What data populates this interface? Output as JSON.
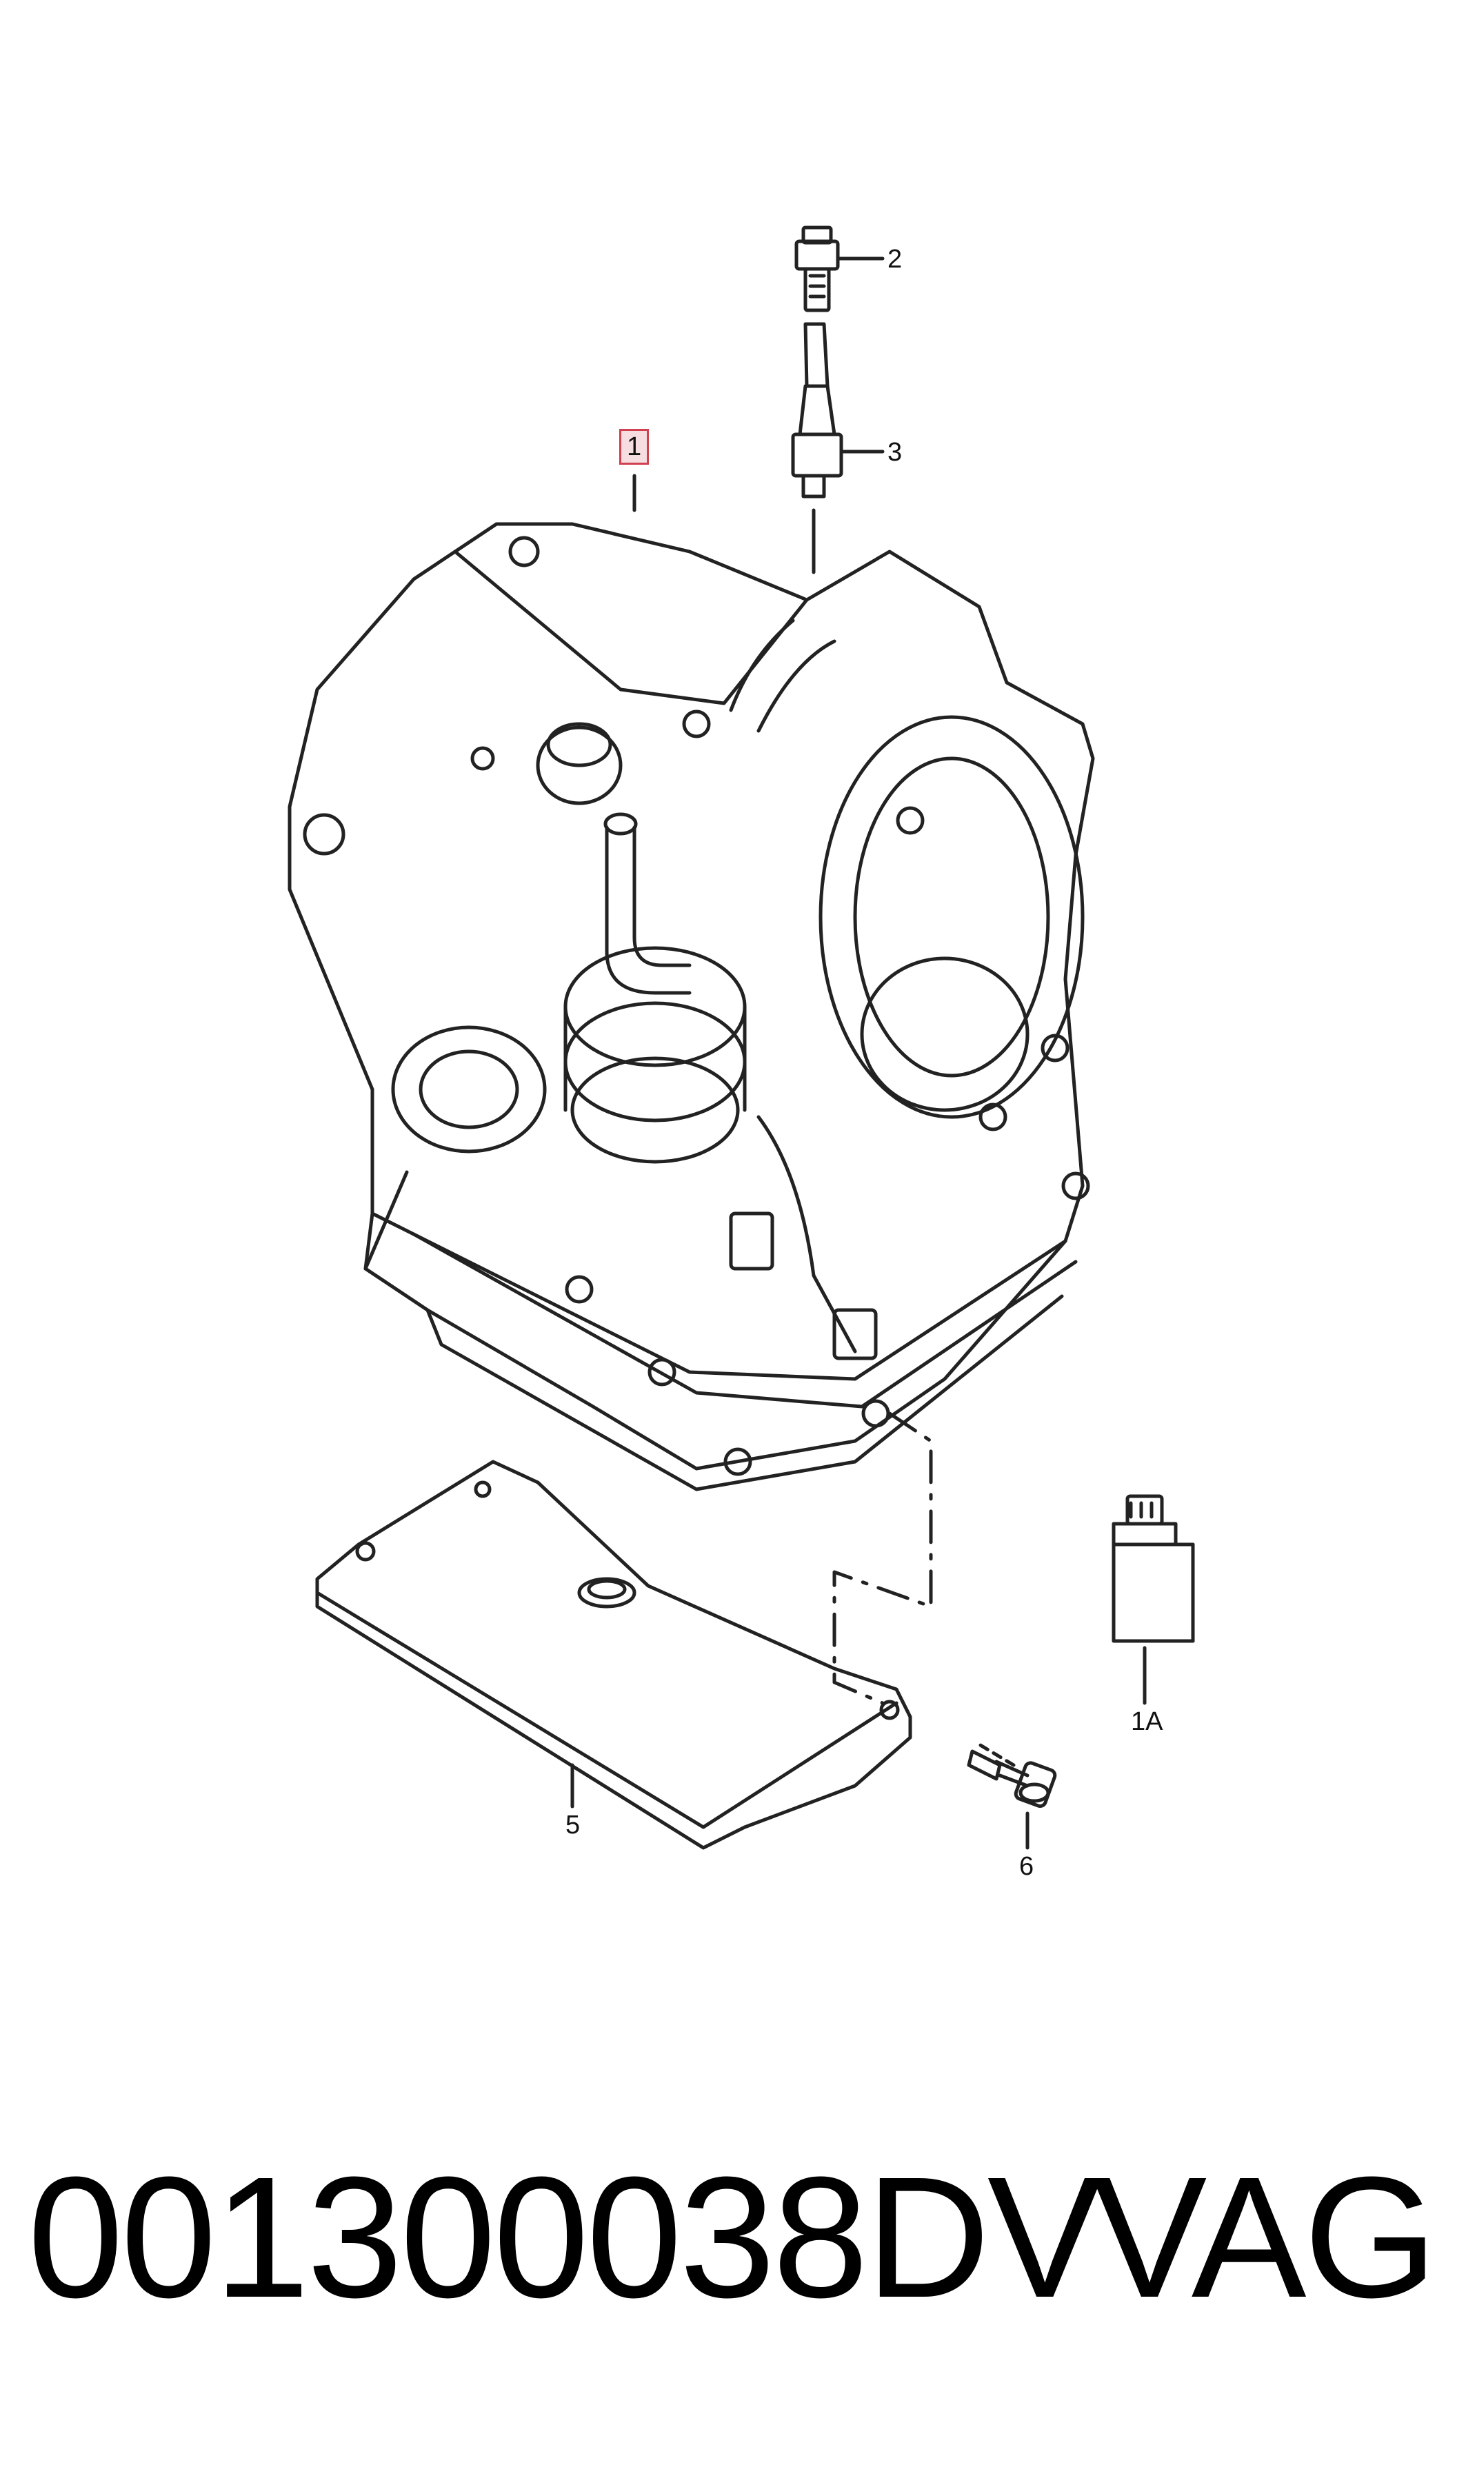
{
  "callouts": {
    "c1": "1",
    "c2": "2",
    "c3": "3",
    "c1a": "1A",
    "c5": "5",
    "c6": "6"
  },
  "footer": {
    "part_number": "001300038DV",
    "brand": "VAG"
  },
  "colors": {
    "line": "#222222",
    "highlight_border": "#d04050",
    "highlight_fill": "#f6dde0"
  }
}
